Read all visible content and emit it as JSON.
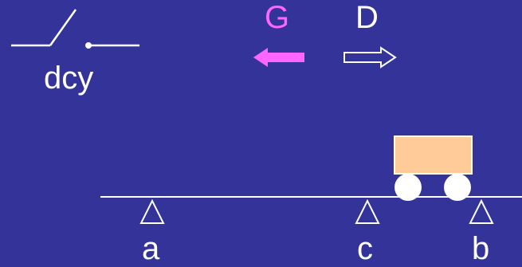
{
  "labels": {
    "switch": "dcy",
    "left_direction": "G",
    "right_direction": "D",
    "position_a": "a",
    "position_c": "c",
    "position_b": "b"
  },
  "colors": {
    "background": "#333399",
    "lines": "#ffffff",
    "left_arrow": "#ff66ff",
    "cart_body": "#ffcc99"
  }
}
